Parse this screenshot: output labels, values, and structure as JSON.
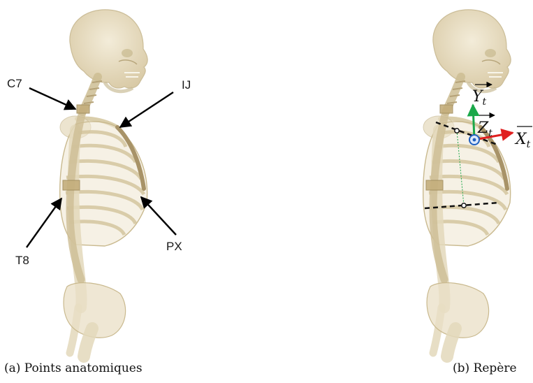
{
  "panel_a": {
    "caption": "(a) Points anatomiques",
    "landmarks": {
      "c7": "C7",
      "ij": "IJ",
      "t8": "T8",
      "px": "PX"
    }
  },
  "panel_b": {
    "caption": "(b) Repère",
    "axes": {
      "x": "X",
      "y": "Y",
      "z": "Z",
      "subscript": "t"
    },
    "colors": {
      "x_axis": "#e02020",
      "y_axis": "#1aa84a",
      "z_axis": "#1f5fbf",
      "construction": "#111111",
      "bone": "#e9dfc6"
    }
  }
}
